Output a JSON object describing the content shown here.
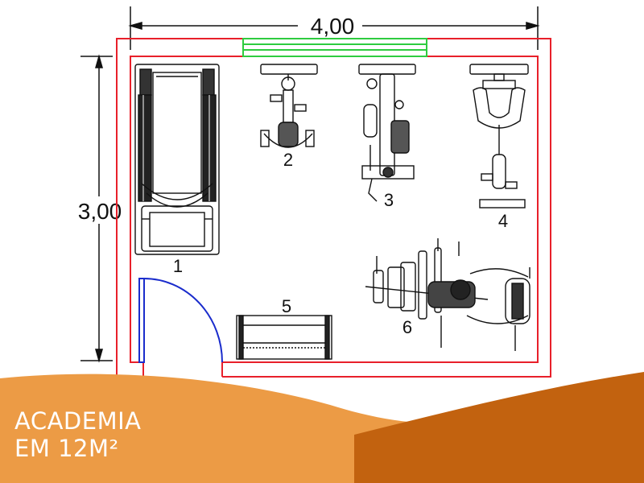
{
  "dimensions": {
    "width": "4,00",
    "height": "3,00"
  },
  "equipment": [
    {
      "number": "1",
      "name": "treadmill"
    },
    {
      "number": "2",
      "name": "exercise-bike"
    },
    {
      "number": "3",
      "name": "weight-machine"
    },
    {
      "number": "4",
      "name": "elliptical"
    },
    {
      "number": "5",
      "name": "bench"
    },
    {
      "number": "6",
      "name": "multi-station"
    }
  ],
  "caption": {
    "line1": "ACADEMIA",
    "line2": "EM 12M²"
  },
  "colors": {
    "wall": "#e8202a",
    "window": "#2ecc40",
    "door": "#1a2ccc",
    "ink": "#111111",
    "banner_light": "#ec9b45",
    "banner_dark": "#c2620f"
  }
}
